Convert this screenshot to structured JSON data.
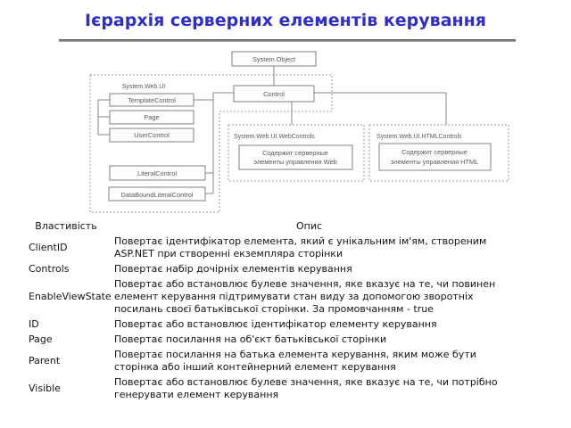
{
  "slide": {
    "title": "Ієрархія серверних елементів керування"
  },
  "colors": {
    "title_blue": "#2f2fc8",
    "diagram_stroke": "#848484",
    "diagram_dashed": "#9a9a9a",
    "diagram_text": "#595959",
    "table_text": "#141414"
  },
  "diagram": {
    "nodes": {
      "system_object": "System.Object",
      "control": "Control",
      "template_control": "TemplateControl",
      "page": "Page",
      "user_control": "UserControl",
      "literal_control": "LiteralControl",
      "databound_literal_control": "DataBoundLiteralControl"
    },
    "groups": {
      "web_ui": "System.Web.UI",
      "web_controls": "System.Web.UI.WebControls",
      "html_controls": "System.Web.UI.HTMLControls"
    },
    "notes": {
      "web_line1": "Содержит серверные",
      "web_line2": "элементы управления Web",
      "html_line1": "Содержит серверные",
      "html_line2": "элементы управления HTML"
    }
  },
  "table": {
    "headers": {
      "property": "Властивість",
      "description": "Опис"
    },
    "rows": [
      {
        "property": "ClientID",
        "description": "Повертає ідентифікатор елемента, який є унікальним ім'ям, створеним ASP.NET при створенні екземпляра сторінки"
      },
      {
        "property": "Controls",
        "description": "Повертає набір дочірніх елементів керування"
      },
      {
        "property": "EnableViewState",
        "description": "Повертає або встановлює булеве значення, яке вказує на те, чи повинен елемент керування підтримувати стан виду за допомогою зворотніх посилань своєї батьківської сторінки. За промовчанням - true"
      },
      {
        "property": "ID",
        "description": "Повертає або встановлює ідентифікатор елементу керування"
      },
      {
        "property": "Page",
        "description": "Повертає посилання на об'єкт батьківської сторінки"
      },
      {
        "property": "Parent",
        "description": "Повертає посилання на батька елемента керування, яким може бути сторінка або інший контейнерний елемент керування"
      },
      {
        "property": "Visible",
        "description": "Повертає або встановлює булеве значення, яке вказує на те, чи потрібно генерувати елемент керування"
      }
    ]
  }
}
